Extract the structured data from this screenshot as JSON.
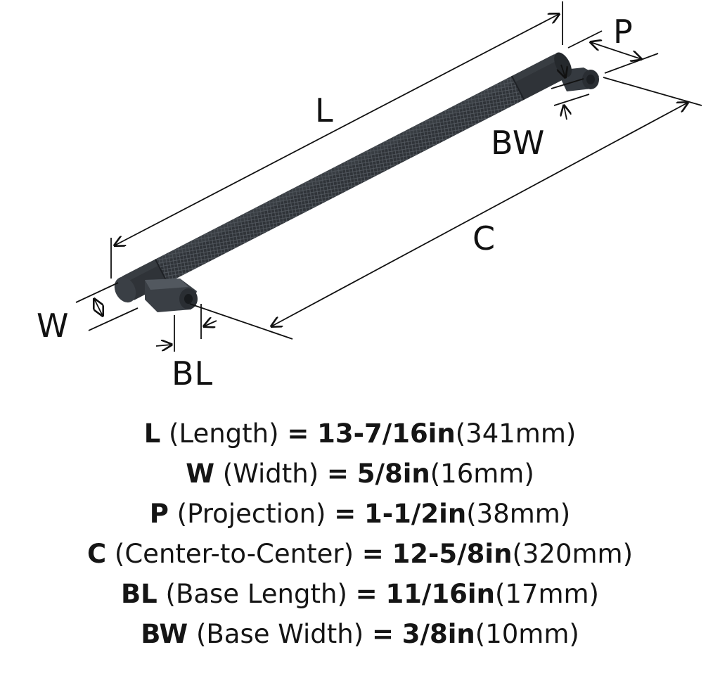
{
  "labels": {
    "L": "L",
    "W": "W",
    "P": "P",
    "C": "C",
    "BL": "BL",
    "BW": "BW"
  },
  "specs": [
    {
      "abbr": "L",
      "name": "(Length)",
      "eq": "=",
      "imperial": "13-7/16in",
      "metric": "(341mm)"
    },
    {
      "abbr": "W",
      "name": "(Width)",
      "eq": "=",
      "imperial": "5/8in",
      "metric": "(16mm)"
    },
    {
      "abbr": "P",
      "name": "(Projection)",
      "eq": "=",
      "imperial": "1-1/2in",
      "metric": "(38mm)"
    },
    {
      "abbr": "C",
      "name": "(Center-to-Center)",
      "eq": "=",
      "imperial": "12-5/8in",
      "metric": "(320mm)"
    },
    {
      "abbr": "BL",
      "name": "(Base Length)",
      "eq": "=",
      "imperial": "11/16in",
      "metric": "(17mm)"
    },
    {
      "abbr": "BW",
      "name": "(Base Width)",
      "eq": "=",
      "imperial": "3/8in",
      "metric": "(10mm)"
    }
  ],
  "colors": {
    "handle": "#2d3136",
    "handle_light": "#4a5057",
    "line": "#111111"
  }
}
